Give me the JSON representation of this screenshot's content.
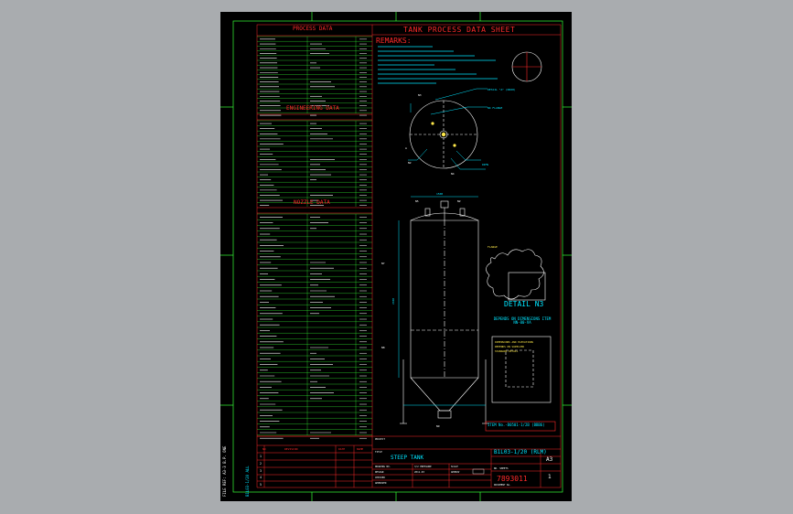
{
  "sheet": {
    "process_data_title": "PROCESS DATA",
    "engineering_data_title": "ENGINEERING DATA",
    "nozzle_data_title": "NOZZLE DATA",
    "header_title": "TANK PROCESS DATA SHEET",
    "remarks_label": "REMARKS:",
    "detail_label": "DETAIL N3",
    "depends_text": "DEPENDS ON DIMENSIONS ITEM NN-00-VA",
    "item_no": "ITEM No.-B0501-1/2B (BBB6)",
    "tank_name": "STEEP TANK",
    "doc_number": "B1L03-1/20 (RLM)",
    "drawing_no": "7893011",
    "sheet_size": "A3",
    "revision": "1",
    "side_text_1": "FILE REF: A3-3 B.P. ONE",
    "side_text_2": "B1L03-1/20 ALL",
    "flange_label": "FLANGE"
  },
  "colors": {
    "background": "#a9acaf",
    "sheet": "#000000",
    "border": "#ff2a2a",
    "frame": "#37ff37",
    "text": "#ffffff",
    "accent": "#00e5ff",
    "highlight": "#ffe94a"
  }
}
